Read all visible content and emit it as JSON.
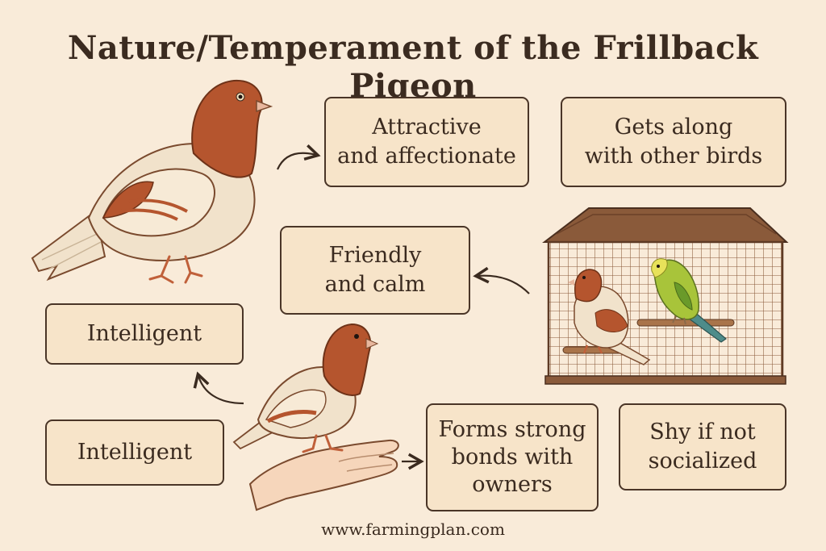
{
  "title": "Nature/Temperament of the Frillback Pigeon",
  "traits": {
    "attractive": "Attractive\nand affectionate",
    "gets_along": "Gets along\nwith other birds",
    "friendly": "Friendly\nand calm",
    "intelligent_top": "Intelligent",
    "intelligent_bottom": "Intelligent",
    "bonds": "Forms strong\nbonds with\nowners",
    "shy": "Shy if not\nsocialized"
  },
  "footer": "www.farmingplan.com",
  "colors": {
    "background": "#f9ebd9",
    "card_fill": "#f7e4c9",
    "card_border": "#4a3527",
    "pigeon_brown": "#b5552e",
    "pigeon_cream": "#f1e2cb",
    "parakeet_green": "#a8c43a",
    "cage_brown": "#7a4a2e"
  },
  "icons": [
    "pigeon-illustration",
    "cage-illustration",
    "parakeet-illustration",
    "hand-illustration",
    "arrow-icon"
  ]
}
